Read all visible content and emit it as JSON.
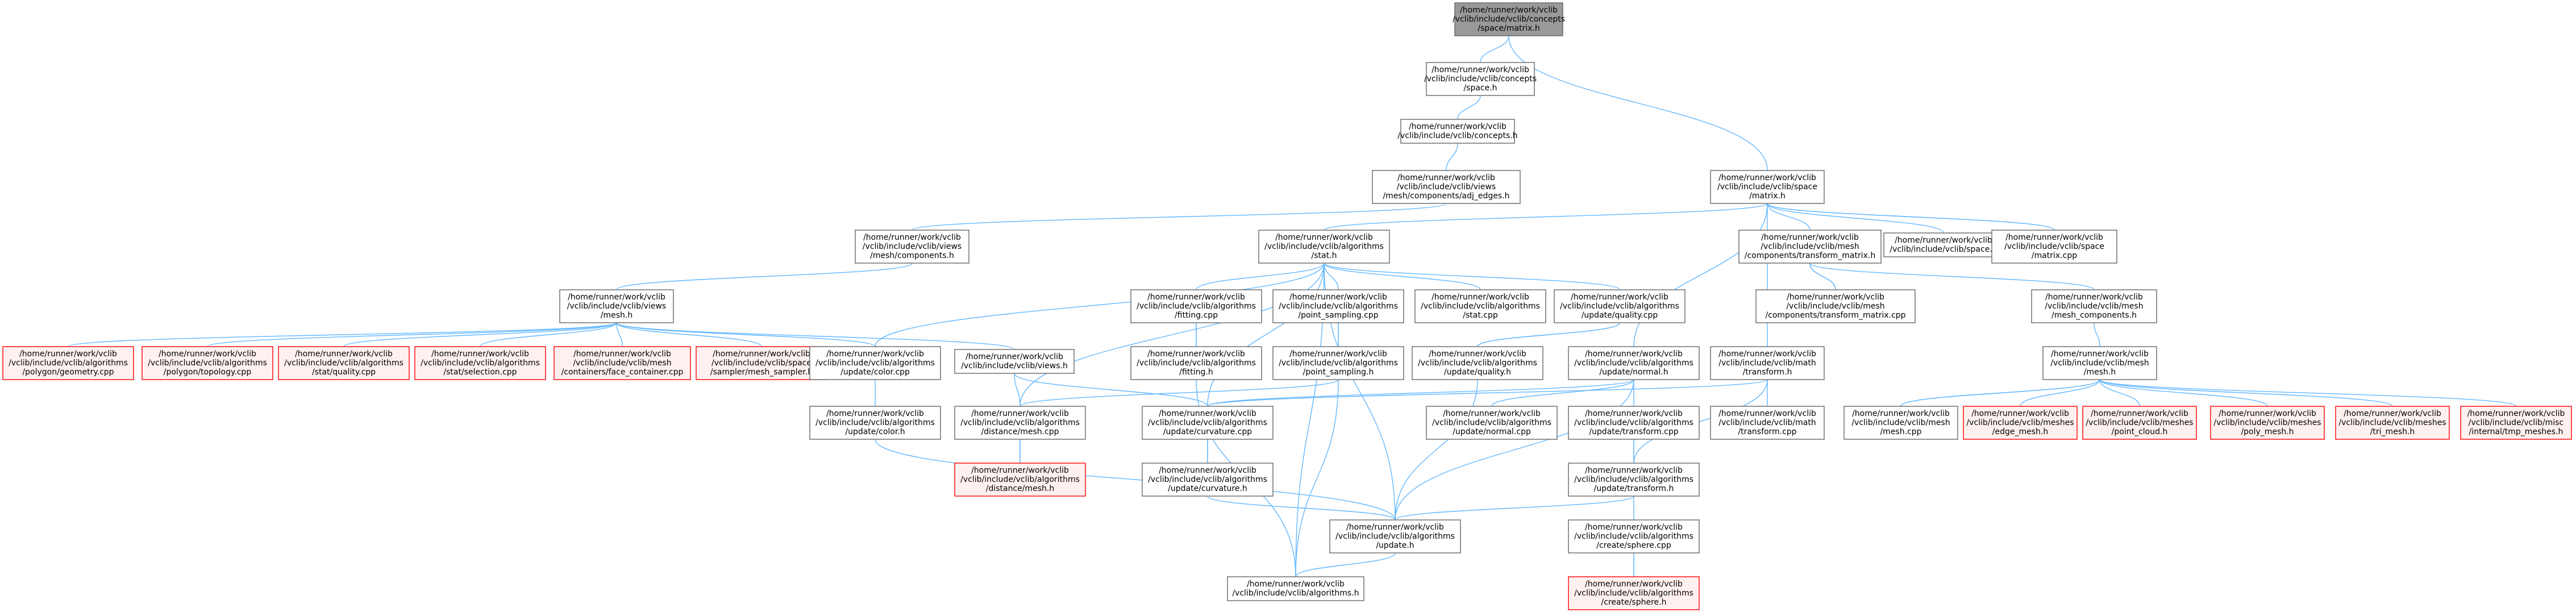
{
  "graph": {
    "colors": {
      "edge": "#63b8ff",
      "box": "#666666",
      "root_fill": "#999999",
      "missing_border": "#ff0000",
      "missing_fill": "#fff0f0"
    },
    "nodes": [
      {
        "id": "n1",
        "lines": [
          "/home/runner/work/vclib",
          "/vclib/include/vclib/concepts",
          "/space/matrix.h"
        ],
        "style": "root"
      },
      {
        "id": "n2",
        "lines": [
          "/home/runner/work/vclib",
          "/vclib/include/vclib/concepts",
          "/space.h"
        ],
        "style": "normal"
      },
      {
        "id": "n3",
        "lines": [
          "/home/runner/work/vclib",
          "/vclib/include/vclib/concepts.h"
        ],
        "style": "normal"
      },
      {
        "id": "n4",
        "lines": [
          "/home/runner/work/vclib",
          "/vclib/include/vclib/views",
          "/mesh/components/adj_edges.h"
        ],
        "style": "normal"
      },
      {
        "id": "n5",
        "lines": [
          "/home/runner/work/vclib",
          "/vclib/include/vclib/views",
          "/mesh/components.h"
        ],
        "style": "normal"
      },
      {
        "id": "n6",
        "lines": [
          "/home/runner/work/vclib",
          "/vclib/include/vclib/views",
          "/mesh.h"
        ],
        "style": "normal"
      },
      {
        "id": "n7",
        "lines": [
          "/home/runner/work/vclib",
          "/vclib/include/vclib/algorithms",
          "/polygon/geometry.cpp"
        ],
        "style": "missing"
      },
      {
        "id": "n8",
        "lines": [
          "/home/runner/work/vclib",
          "/vclib/include/vclib/algorithms",
          "/polygon/topology.cpp"
        ],
        "style": "missing"
      },
      {
        "id": "n9",
        "lines": [
          "/home/runner/work/vclib",
          "/vclib/include/vclib/algorithms",
          "/stat/quality.cpp"
        ],
        "style": "missing"
      },
      {
        "id": "n10",
        "lines": [
          "/home/runner/work/vclib",
          "/vclib/include/vclib/algorithms",
          "/stat/selection.cpp"
        ],
        "style": "missing"
      },
      {
        "id": "n11",
        "lines": [
          "/home/runner/work/vclib",
          "/vclib/include/vclib/mesh",
          "/containers/face_container.cpp"
        ],
        "style": "missing"
      },
      {
        "id": "n12",
        "lines": [
          "/home/runner/work/vclib",
          "/vclib/include/vclib/space",
          "/sampler/mesh_sampler.h"
        ],
        "style": "missing"
      },
      {
        "id": "n13",
        "lines": [
          "/home/runner/work/vclib",
          "/vclib/include/vclib/algorithms",
          "/update/color.cpp"
        ],
        "style": "normal"
      },
      {
        "id": "n14",
        "lines": [
          "/home/runner/work/vclib",
          "/vclib/include/vclib/views.h"
        ],
        "style": "normal"
      },
      {
        "id": "n15",
        "lines": [
          "/home/runner/work/vclib",
          "/vclib/include/vclib/algorithms",
          "/update/color.h"
        ],
        "style": "normal"
      },
      {
        "id": "n16",
        "lines": [
          "/home/runner/work/vclib",
          "/vclib/include/vclib/algorithms",
          "/distance/mesh.cpp"
        ],
        "style": "normal"
      },
      {
        "id": "n17",
        "lines": [
          "/home/runner/work/vclib",
          "/vclib/include/vclib/algorithms",
          "/distance/mesh.h"
        ],
        "style": "missing"
      },
      {
        "id": "n18",
        "lines": [
          "/home/runner/work/vclib",
          "/vclib/include/vclib/algorithms",
          "/stat.h"
        ],
        "style": "normal"
      },
      {
        "id": "n19",
        "lines": [
          "/home/runner/work/vclib",
          "/vclib/include/vclib/algorithms",
          "/fitting.cpp"
        ],
        "style": "normal"
      },
      {
        "id": "n20",
        "lines": [
          "/home/runner/work/vclib",
          "/vclib/include/vclib/algorithms",
          "/point_sampling.cpp"
        ],
        "style": "normal"
      },
      {
        "id": "n21",
        "lines": [
          "/home/runner/work/vclib",
          "/vclib/include/vclib/algorithms",
          "/stat.cpp"
        ],
        "style": "normal"
      },
      {
        "id": "n22",
        "lines": [
          "/home/runner/work/vclib",
          "/vclib/include/vclib/algorithms",
          "/update/quality.cpp"
        ],
        "style": "normal"
      },
      {
        "id": "n23",
        "lines": [
          "/home/runner/work/vclib",
          "/vclib/include/vclib/algorithms",
          "/fitting.h"
        ],
        "style": "normal"
      },
      {
        "id": "n24",
        "lines": [
          "/home/runner/work/vclib",
          "/vclib/include/vclib/algorithms",
          "/point_sampling.h"
        ],
        "style": "normal"
      },
      {
        "id": "n25",
        "lines": [
          "/home/runner/work/vclib",
          "/vclib/include/vclib/algorithms",
          "/update/quality.h"
        ],
        "style": "normal"
      },
      {
        "id": "n26",
        "lines": [
          "/home/runner/work/vclib",
          "/vclib/include/vclib/algorithms",
          "/update/normal.h"
        ],
        "style": "normal"
      },
      {
        "id": "n27",
        "lines": [
          "/home/runner/work/vclib",
          "/vclib/include/vclib/algorithms",
          "/update/curvature.cpp"
        ],
        "style": "normal"
      },
      {
        "id": "n28",
        "lines": [
          "/home/runner/work/vclib",
          "/vclib/include/vclib/algorithms",
          "/update/normal.cpp"
        ],
        "style": "normal"
      },
      {
        "id": "n29",
        "lines": [
          "/home/runner/work/vclib",
          "/vclib/include/vclib/algorithms",
          "/update/transform.cpp"
        ],
        "style": "normal"
      },
      {
        "id": "n30",
        "lines": [
          "/home/runner/work/vclib",
          "/vclib/include/vclib/algorithms",
          "/update/curvature.h"
        ],
        "style": "normal"
      },
      {
        "id": "n31",
        "lines": [
          "/home/runner/work/vclib",
          "/vclib/include/vclib/algorithms",
          "/update/transform.h"
        ],
        "style": "normal"
      },
      {
        "id": "n32",
        "lines": [
          "/home/runner/work/vclib",
          "/vclib/include/vclib/algorithms",
          "/update.h"
        ],
        "style": "normal"
      },
      {
        "id": "n33",
        "lines": [
          "/home/runner/work/vclib",
          "/vclib/include/vclib/algorithms",
          "/create/sphere.cpp"
        ],
        "style": "normal"
      },
      {
        "id": "n34",
        "lines": [
          "/home/runner/work/vclib",
          "/vclib/include/vclib/algorithms",
          "/create/sphere.h"
        ],
        "style": "missing"
      },
      {
        "id": "n35",
        "lines": [
          "/home/runner/work/vclib",
          "/vclib/include/vclib/algorithms.h"
        ],
        "style": "normal"
      },
      {
        "id": "n36",
        "lines": [
          "/home/runner/work/vclib",
          "/vclib/include/vclib/space",
          "/matrix.h"
        ],
        "style": "normal"
      },
      {
        "id": "n37",
        "lines": [
          "/home/runner/work/vclib",
          "/vclib/include/vclib/mesh",
          "/components/transform_matrix.h"
        ],
        "style": "normal"
      },
      {
        "id": "n38",
        "lines": [
          "/home/runner/work/vclib",
          "/vclib/include/vclib/space.h"
        ],
        "style": "normal"
      },
      {
        "id": "n39",
        "lines": [
          "/home/runner/work/vclib",
          "/vclib/include/vclib/space",
          "/matrix.cpp"
        ],
        "style": "normal"
      },
      {
        "id": "n40",
        "lines": [
          "/home/runner/work/vclib",
          "/vclib/include/vclib/mesh",
          "/components/transform_matrix.cpp"
        ],
        "style": "normal"
      },
      {
        "id": "n41",
        "lines": [
          "/home/runner/work/vclib",
          "/vclib/include/vclib/mesh",
          "/mesh_components.h"
        ],
        "style": "normal"
      },
      {
        "id": "n42",
        "lines": [
          "/home/runner/work/vclib",
          "/vclib/include/vclib/math",
          "/transform.h"
        ],
        "style": "normal"
      },
      {
        "id": "n43",
        "lines": [
          "/home/runner/work/vclib",
          "/vclib/include/vclib/math",
          "/transform.cpp"
        ],
        "style": "normal"
      },
      {
        "id": "n44",
        "lines": [
          "/home/runner/work/vclib",
          "/vclib/include/vclib/mesh",
          "/mesh.h"
        ],
        "style": "normal"
      },
      {
        "id": "n45",
        "lines": [
          "/home/runner/work/vclib",
          "/vclib/include/vclib/mesh",
          "/mesh.cpp"
        ],
        "style": "normal"
      },
      {
        "id": "n46",
        "lines": [
          "/home/runner/work/vclib",
          "/vclib/include/vclib/meshes",
          "/edge_mesh.h"
        ],
        "style": "missing"
      },
      {
        "id": "n47",
        "lines": [
          "/home/runner/work/vclib",
          "/vclib/include/vclib/meshes",
          "/point_cloud.h"
        ],
        "style": "missing"
      },
      {
        "id": "n48",
        "lines": [
          "/home/runner/work/vclib",
          "/vclib/include/vclib/meshes",
          "/poly_mesh.h"
        ],
        "style": "missing"
      },
      {
        "id": "n49",
        "lines": [
          "/home/runner/work/vclib",
          "/vclib/include/vclib/meshes",
          "/tri_mesh.h"
        ],
        "style": "missing"
      },
      {
        "id": "n50",
        "lines": [
          "/home/runner/work/vclib",
          "/vclib/include/vclib/misc",
          "/internal/tmp_meshes.h"
        ],
        "style": "missing"
      }
    ],
    "edges": [
      [
        "n1",
        "n2"
      ],
      [
        "n2",
        "n3"
      ],
      [
        "n3",
        "n4"
      ],
      [
        "n4",
        "n5"
      ],
      [
        "n5",
        "n6"
      ],
      [
        "n6",
        "n7"
      ],
      [
        "n6",
        "n8"
      ],
      [
        "n6",
        "n9"
      ],
      [
        "n6",
        "n10"
      ],
      [
        "n6",
        "n11"
      ],
      [
        "n6",
        "n12"
      ],
      [
        "n6",
        "n13"
      ],
      [
        "n6",
        "n14"
      ],
      [
        "n14",
        "n16"
      ],
      [
        "n14",
        "n27"
      ],
      [
        "n13",
        "n15"
      ],
      [
        "n15",
        "n32"
      ],
      [
        "n16",
        "n17"
      ],
      [
        "n17",
        "n16"
      ],
      [
        "n1",
        "n36"
      ],
      [
        "n36",
        "n18"
      ],
      [
        "n36",
        "n37"
      ],
      [
        "n36",
        "n38"
      ],
      [
        "n36",
        "n39"
      ],
      [
        "n39",
        "n36"
      ],
      [
        "n36",
        "n42"
      ],
      [
        "n36",
        "n26"
      ],
      [
        "n18",
        "n19"
      ],
      [
        "n18",
        "n20"
      ],
      [
        "n18",
        "n21"
      ],
      [
        "n18",
        "n22"
      ],
      [
        "n18",
        "n16"
      ],
      [
        "n18",
        "n27"
      ],
      [
        "n18",
        "n35"
      ],
      [
        "n18",
        "n13"
      ],
      [
        "n18",
        "n32"
      ],
      [
        "n19",
        "n23"
      ],
      [
        "n23",
        "n19"
      ],
      [
        "n20",
        "n24"
      ],
      [
        "n24",
        "n20"
      ],
      [
        "n22",
        "n25"
      ],
      [
        "n25",
        "n22"
      ],
      [
        "n23",
        "n35"
      ],
      [
        "n24",
        "n35"
      ],
      [
        "n24",
        "n16"
      ],
      [
        "n25",
        "n32"
      ],
      [
        "n26",
        "n28"
      ],
      [
        "n26",
        "n29"
      ],
      [
        "n26",
        "n27"
      ],
      [
        "n26",
        "n32"
      ],
      [
        "n27",
        "n30"
      ],
      [
        "n30",
        "n27"
      ],
      [
        "n30",
        "n32"
      ],
      [
        "n29",
        "n31"
      ],
      [
        "n31",
        "n29"
      ],
      [
        "n31",
        "n32"
      ],
      [
        "n31",
        "n33"
      ],
      [
        "n33",
        "n34"
      ],
      [
        "n34",
        "n33"
      ],
      [
        "n32",
        "n35"
      ],
      [
        "n42",
        "n43"
      ],
      [
        "n42",
        "n31"
      ],
      [
        "n42",
        "n27"
      ],
      [
        "n37",
        "n40"
      ],
      [
        "n40",
        "n37"
      ],
      [
        "n37",
        "n41"
      ],
      [
        "n41",
        "n44"
      ],
      [
        "n44",
        "n45"
      ],
      [
        "n45",
        "n44"
      ],
      [
        "n44",
        "n46"
      ],
      [
        "n44",
        "n47"
      ],
      [
        "n44",
        "n48"
      ],
      [
        "n44",
        "n49"
      ],
      [
        "n44",
        "n50"
      ]
    ]
  }
}
